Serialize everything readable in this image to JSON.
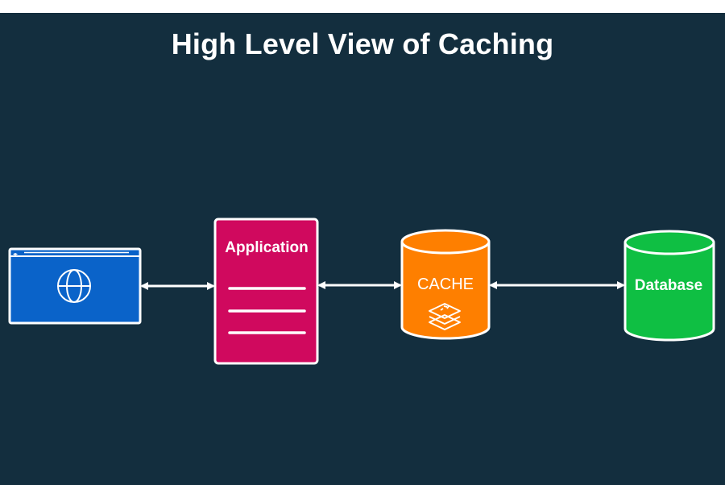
{
  "title": "High Level View of Caching",
  "nodes": {
    "browser": {
      "label": "",
      "icon": "globe-icon",
      "color": "#0a63c9"
    },
    "application": {
      "label": "Application",
      "color": "#d0095e"
    },
    "cache": {
      "label": "CACHE",
      "icon": "redis-stack-icon",
      "color": "#fe7f00"
    },
    "database": {
      "label": "Database",
      "color": "#0fbf43"
    }
  },
  "edges": [
    {
      "from": "browser",
      "to": "application",
      "direction": "bidirectional"
    },
    {
      "from": "application",
      "to": "cache",
      "direction": "bidirectional"
    },
    {
      "from": "cache",
      "to": "database",
      "direction": "bidirectional"
    }
  ],
  "colors": {
    "background": "#132e3e",
    "stroke": "#ffffff"
  }
}
